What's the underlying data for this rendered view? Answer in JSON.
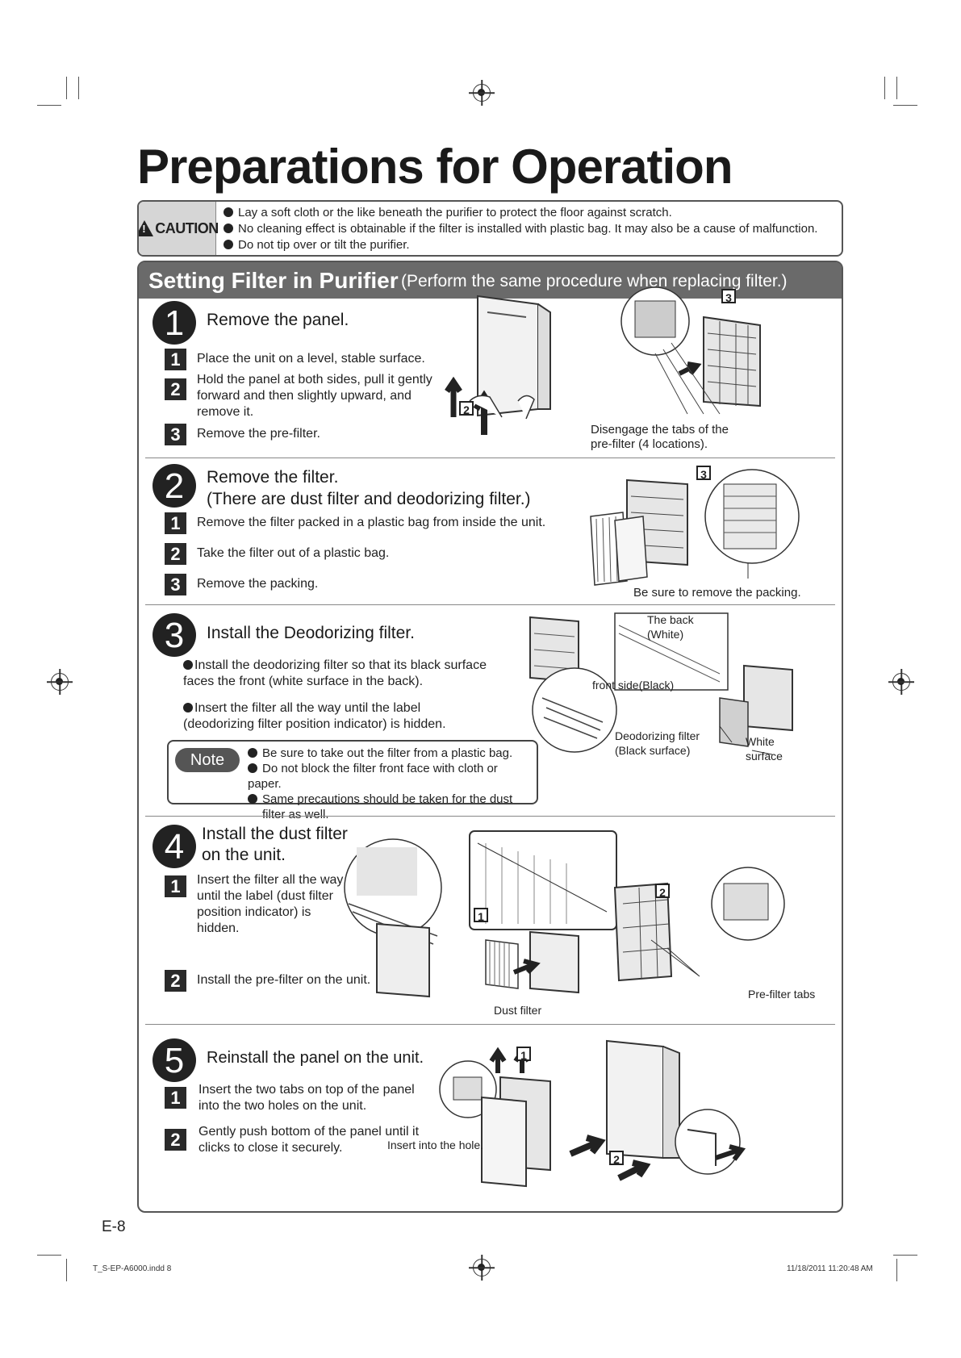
{
  "page_title": "Preparations for Operation",
  "caution": {
    "label": "CAUTION",
    "lines": [
      "Lay a soft cloth or the like beneath the purifier to protect the floor against scratch.",
      "No cleaning effect is obtainable if the filter is installed with plastic bag. It may also be a cause of malfunction.",
      "Do not tip over or tilt the purifier."
    ]
  },
  "section": {
    "title": "Setting Filter in Purifier",
    "subtitle": "(Perform the same procedure when replacing filter.)"
  },
  "step1": {
    "number": "1",
    "title": "Remove the panel.",
    "items": [
      {
        "n": "1",
        "text": "Place the unit on a level, stable surface."
      },
      {
        "n": "2",
        "text": "Hold the panel at both sides, pull it gently forward and then slightly upward, and remove it."
      },
      {
        "n": "3",
        "text": "Remove the pre-filter."
      }
    ],
    "callout_2": "2",
    "callout_3": "3",
    "caption": "Disengage the tabs of the pre-filter (4 locations)."
  },
  "step2": {
    "number": "2",
    "title": "Remove the filter.",
    "subtitle": "(There are dust filter and deodorizing filter.)",
    "items": [
      {
        "n": "1",
        "text": "Remove the filter packed in a plastic bag from inside the unit."
      },
      {
        "n": "2",
        "text": "Take the filter out of a plastic bag."
      },
      {
        "n": "3",
        "text": "Remove the packing."
      }
    ],
    "callout_3": "3",
    "caption": "Be sure to remove the packing."
  },
  "step3": {
    "number": "3",
    "title": "Install the Deodorizing filter.",
    "bullets": [
      "Install the deodorizing filter so that its black surface faces the front (white surface in the back).",
      "Insert the filter all the way until the label (deodorizing filter position indicator) is hidden."
    ],
    "note_label": "Note",
    "notes": [
      "Be sure to take out the filter from a plastic bag.",
      "Do not block the filter front face with cloth or paper.",
      "Same precautions should be taken for the dust filter as well."
    ],
    "label_back": "The back (White)",
    "label_front": "front side(Black)",
    "label_deodorizing": "Deodorizing filter (Black surface)",
    "label_white": "White surface"
  },
  "step4": {
    "number": "4",
    "title": "Install the dust filter on the unit.",
    "items": [
      {
        "n": "1",
        "text": "Insert the filter all the way until the label (dust filter position indicator) is hidden."
      },
      {
        "n": "2",
        "text": "Install the pre-filter on the unit."
      }
    ],
    "callout_1": "1",
    "callout_2": "2",
    "label_dust": "Dust filter",
    "label_tabs": "Pre-filter tabs"
  },
  "step5": {
    "number": "5",
    "title": "Reinstall the panel on the unit.",
    "items": [
      {
        "n": "1",
        "text": "Insert the two tabs on top of the panel into the two holes on the unit."
      },
      {
        "n": "2",
        "text": "Gently push bottom of the panel until it clicks to close it securely."
      }
    ],
    "callout_1": "1",
    "callout_2": "2",
    "label_insert": "Insert into the hole."
  },
  "page_number": "E-8",
  "footer_left": "T_S-EP-A6000.indd   8",
  "footer_right": "11/18/2011   11:20:48 AM"
}
